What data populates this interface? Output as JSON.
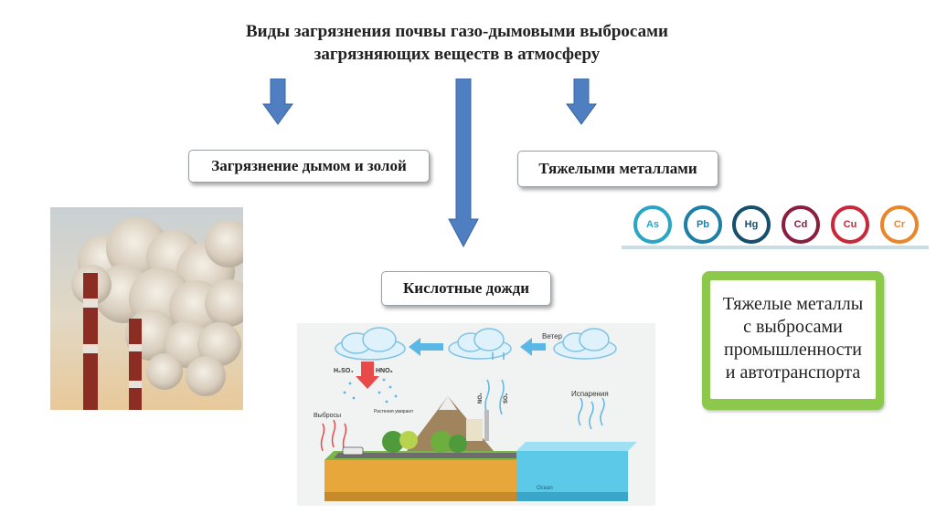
{
  "title": {
    "line1": "Виды загрязнения почвы газо-дымовыми выбросами",
    "line2": "загрязняющих веществ в атмосферу"
  },
  "boxes": {
    "smoke": "Загрязнение дымом и золой",
    "metals": "Тяжелыми металлами",
    "acid": "Кислотные дожди"
  },
  "metals_list": [
    {
      "symbol": "As",
      "color": "#2aa6c5"
    },
    {
      "symbol": "Pb",
      "color": "#1e7fa6"
    },
    {
      "symbol": "Hg",
      "color": "#154f6b"
    },
    {
      "symbol": "Cd",
      "color": "#8b1e3f"
    },
    {
      "symbol": "Cu",
      "color": "#c8283a"
    },
    {
      "symbol": "Cr",
      "color": "#e9862a"
    }
  ],
  "green_note": {
    "line1": "Тяжелые металлы",
    "line2": "с выбросами",
    "line3": "промышленности",
    "line4": "и автотранспорта"
  },
  "illustration": {
    "wind": "Ветер",
    "evaporation": "Испарения",
    "emissions": "Выбросы",
    "plants": "Растения умирают",
    "ocean": "Ocean",
    "acid_1": "H₂SO₄",
    "acid_2": "HNO₃",
    "gas_1": "NO₂",
    "gas_2": "SO₂"
  },
  "colors": {
    "arrow": "#4f7ec1",
    "arrow_border": "#3b659e",
    "green": "#8cc84b"
  }
}
